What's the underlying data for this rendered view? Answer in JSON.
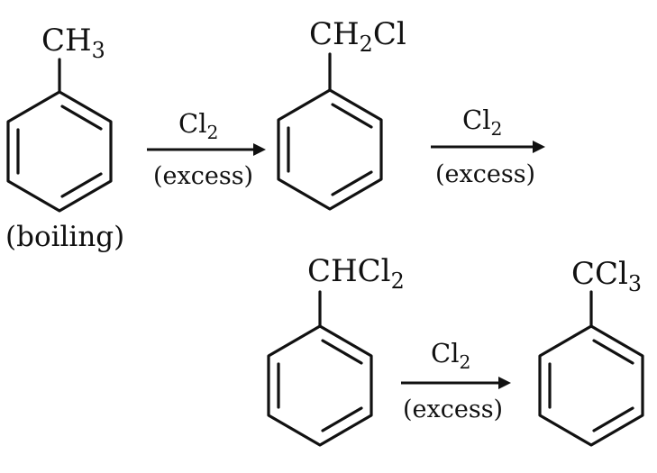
{
  "molecules": [
    {
      "formula_main": "CH",
      "formula_sub": "3",
      "formula_tail": "",
      "name_label": "(boiling)"
    },
    {
      "formula_main": "CH",
      "formula_sub": "2",
      "formula_tail": "Cl",
      "name_label": ""
    },
    {
      "formula_main": "CHCl",
      "formula_sub": "2",
      "formula_tail": "",
      "name_label": ""
    },
    {
      "formula_main": "CCl",
      "formula_sub": "3",
      "formula_tail": "",
      "name_label": ""
    }
  ],
  "arrows": [
    {
      "reagent_main": "Cl",
      "reagent_sub": "2",
      "condition": "(excess)"
    },
    {
      "reagent_main": "Cl",
      "reagent_sub": "2",
      "condition": "(excess)"
    },
    {
      "reagent_main": "Cl",
      "reagent_sub": "2",
      "condition": "(excess)"
    }
  ]
}
